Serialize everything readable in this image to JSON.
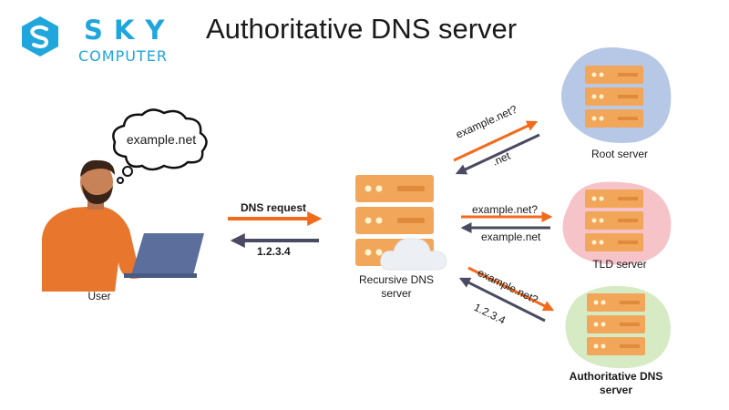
{
  "logo": {
    "line1": "SKY",
    "line2": "COMPUTER",
    "color": "#1fa6dc"
  },
  "title": "Authoritative DNS server",
  "thought": "example.net",
  "user": {
    "label": "User"
  },
  "client_link": {
    "request_label": "DNS request",
    "response_label": "1.2.3.4"
  },
  "recursive": {
    "label_line1": "Recursive DNS",
    "label_line2": "server"
  },
  "root": {
    "label": "Root server",
    "query": "example.net?",
    "answer": ".net",
    "blob_color": "#b7c8e6"
  },
  "tld": {
    "label": "TLD server",
    "query": "example.net?",
    "answer": "example.net",
    "blob_color": "#f6c3c8"
  },
  "authoritative": {
    "label_line1": "Authoritative DNS",
    "label_line2": "server",
    "query": "example.net?",
    "answer": "1.2.3.4",
    "blob_color": "#d6ebc4"
  },
  "colors": {
    "request_arrow": "#f26b1d",
    "response_arrow": "#4a4a62",
    "server_body": "#f2a65a",
    "server_dark": "#e08a3c"
  }
}
